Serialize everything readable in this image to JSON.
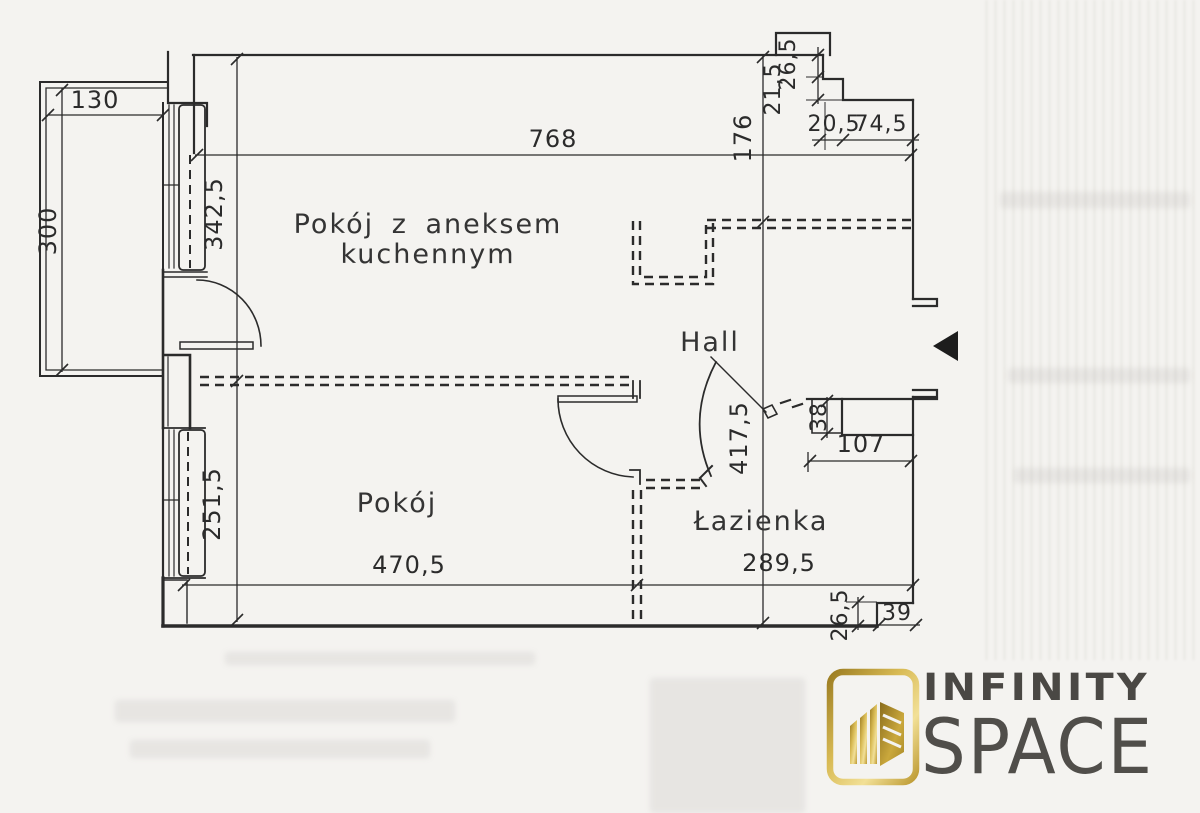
{
  "plan": {
    "room_labels": {
      "living_line1": "Pokój z aneksem",
      "living_line2": "kuchennym",
      "hall": "Hall",
      "room": "Pokój",
      "bathroom": "Łazienka"
    },
    "dimensions": {
      "balcony_width": "130",
      "balcony_depth": "300",
      "top_width": "768",
      "upper_left_height": "342,5",
      "lower_left_height": "251,5",
      "kitchen_right_height": "176",
      "right_lower_height": "417,5",
      "step_small_1": "21,5",
      "step_small_2": "26,5",
      "step_small_3": "20,5",
      "step_small_4": "74,5",
      "shaft_height": "38",
      "shaft_width": "107",
      "room_width": "470,5",
      "bathroom_width": "289,5",
      "notch_height": "26,5",
      "notch_width": "39"
    }
  },
  "logo": {
    "line1": "INFINITY",
    "line2": "SPACE"
  },
  "colors": {
    "ink": "#2b2b2b",
    "paper": "#f4f3f0",
    "gold": "#c2a13e",
    "logo_text": "#4a4844"
  }
}
